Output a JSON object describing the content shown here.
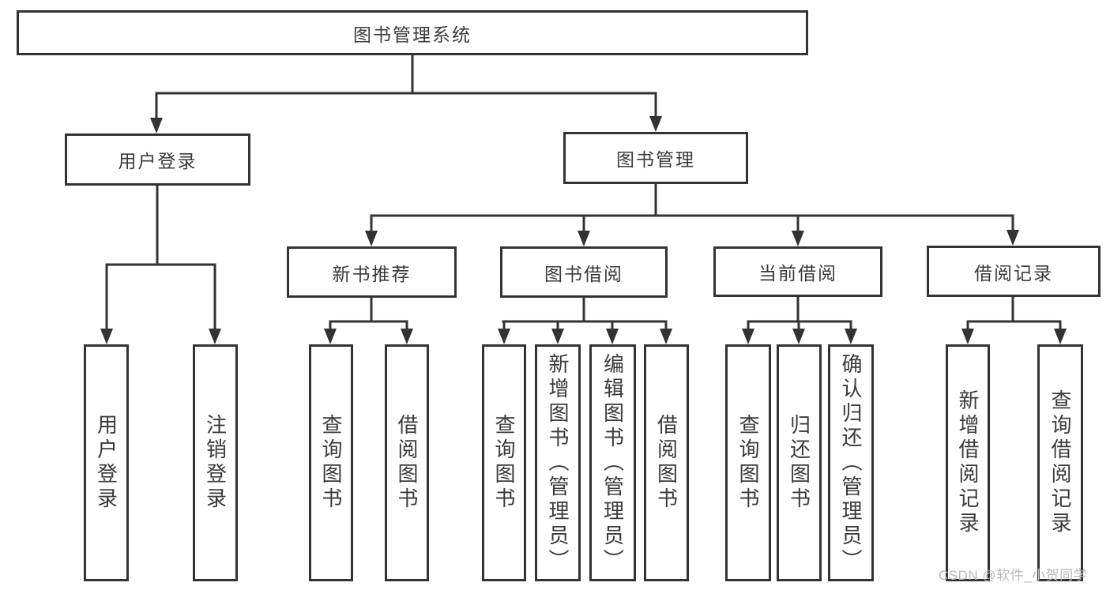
{
  "diagram": {
    "title": "图书管理系统",
    "nodes": {
      "root": "图书管理系统",
      "user_login": "用户登录",
      "book_mgmt": "图书管理",
      "new_book_rec": "新书推荐",
      "book_borrow": "图书借阅",
      "current_borrow": "当前借阅",
      "borrow_records": "借阅记录",
      "leaf_user_login": "用户登录",
      "leaf_logout": "注销登录",
      "nb_query_book": "查询图书",
      "nb_borrow_book": "借阅图书",
      "bb_query_book": "查询图书",
      "bb_add_book": "新增图书（管理员）",
      "bb_edit_book": "编辑图书（管理员）",
      "bb_borrow_book": "借阅图书",
      "cb_query_book": "查询图书",
      "cb_return_book": "归还图书",
      "cb_confirm_return": "确认归还（管理员）",
      "br_add_record": "新增借阅记录",
      "br_query_record": "查询借阅记录"
    },
    "hierarchy": {
      "图书管理系统": {
        "用户登录": [
          "用户登录",
          "注销登录"
        ],
        "图书管理": {
          "新书推荐": [
            "查询图书",
            "借阅图书"
          ],
          "图书借阅": [
            "查询图书",
            "新增图书（管理员）",
            "编辑图书（管理员）",
            "借阅图书"
          ],
          "当前借阅": [
            "查询图书",
            "归还图书",
            "确认归还（管理员）"
          ],
          "借阅记录": [
            "新增借阅记录",
            "查询借阅记录"
          ]
        }
      }
    }
  },
  "watermark": "CSDN @软件_小贺同学",
  "colors": {
    "line": "#333333",
    "text": "#3a3a3a",
    "watermark": "#b5b8bb",
    "background": "#ffffff"
  }
}
